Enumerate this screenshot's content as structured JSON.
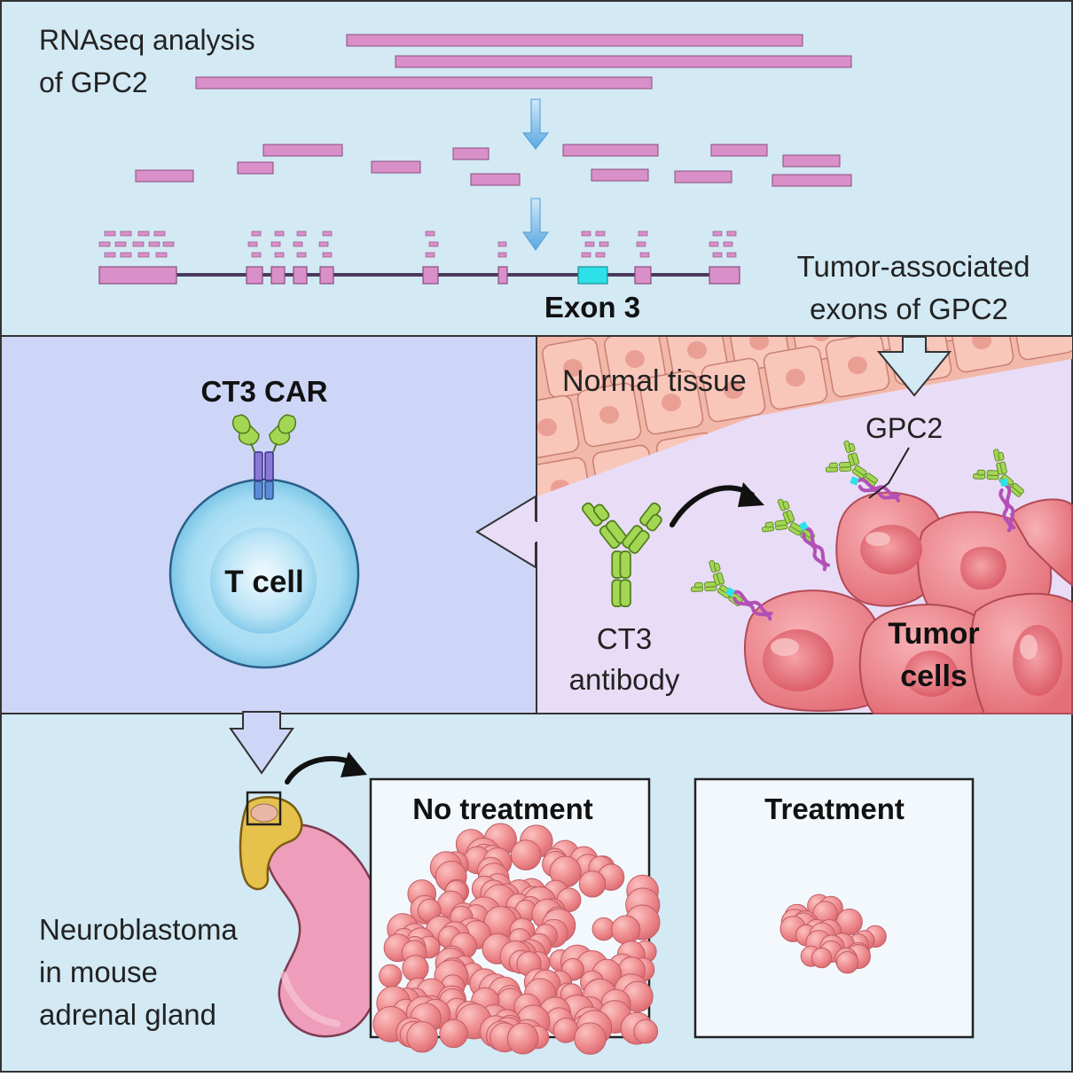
{
  "rnaseq": {
    "line1": "RNAseq analysis",
    "line2": "of GPC2"
  },
  "exon_label": "Exon 3",
  "tumor_exons": {
    "line1": "Tumor-associated",
    "line2": "exons of GPC2"
  },
  "car": {
    "title": "CT3 CAR",
    "cell_label": "T cell"
  },
  "tissue": {
    "normal_label": "Normal tissue",
    "gpc2_label": "GPC2",
    "antibody_line1": "CT3",
    "antibody_line2": "antibody",
    "tumor_line1": "Tumor",
    "tumor_line2": "cells"
  },
  "mouse": {
    "line1": "Neuroblastoma",
    "line2": "in mouse",
    "line3": "adrenal gland"
  },
  "panels": {
    "no_treatment": "No treatment",
    "treatment": "Treatment"
  },
  "colors": {
    "top_bg": "#d3e9f4",
    "car_bg": "#cdd6f7",
    "tissue_bg": "#e9dcf6",
    "read": "#d98fc8",
    "exon3": "#2ee0e8",
    "tumor": "#ee8e95",
    "normal_cell": "#f6c3b6",
    "antibody": "#9ed34a",
    "tcell": "#a6dcf2"
  }
}
